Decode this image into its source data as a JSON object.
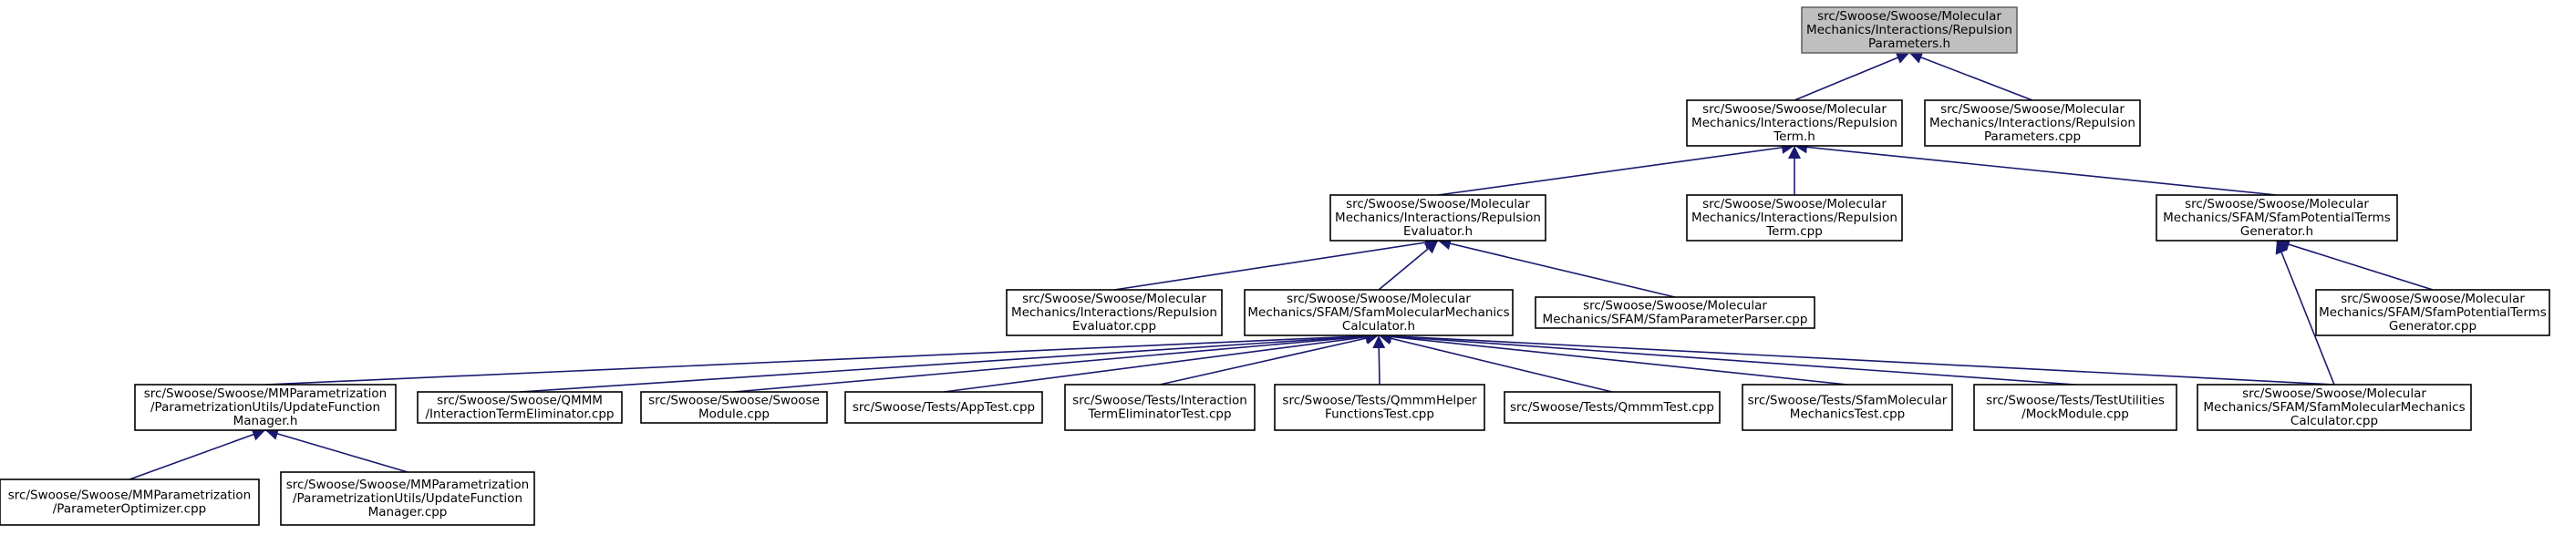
{
  "diagram": {
    "type": "include-dependency-graph",
    "edge_color": "#191970",
    "root_fill": "#bfbfbf",
    "nodes": [
      {
        "id": "n0",
        "lines": [
          "src/Swoose/Swoose/Molecular",
          "Mechanics/Interactions/Repulsion",
          "Parameters.h"
        ],
        "root": true
      },
      {
        "id": "n1",
        "lines": [
          "src/Swoose/Swoose/Molecular",
          "Mechanics/Interactions/Repulsion",
          "Term.h"
        ]
      },
      {
        "id": "n2",
        "lines": [
          "src/Swoose/Swoose/Molecular",
          "Mechanics/Interactions/Repulsion",
          "Parameters.cpp"
        ]
      },
      {
        "id": "n3",
        "lines": [
          "src/Swoose/Swoose/Molecular",
          "Mechanics/Interactions/Repulsion",
          "Evaluator.h"
        ]
      },
      {
        "id": "n4",
        "lines": [
          "src/Swoose/Swoose/Molecular",
          "Mechanics/Interactions/Repulsion",
          "Term.cpp"
        ]
      },
      {
        "id": "n5",
        "lines": [
          "src/Swoose/Swoose/Molecular",
          "Mechanics/SFAM/SfamPotentialTerms",
          "Generator.h"
        ]
      },
      {
        "id": "n6",
        "lines": [
          "src/Swoose/Swoose/Molecular",
          "Mechanics/Interactions/Repulsion",
          "Evaluator.cpp"
        ]
      },
      {
        "id": "n7",
        "lines": [
          "src/Swoose/Swoose/Molecular",
          "Mechanics/SFAM/SfamMolecularMechanics",
          "Calculator.h"
        ]
      },
      {
        "id": "n8",
        "lines": [
          "src/Swoose/Swoose/Molecular",
          "Mechanics/SFAM/SfamParameterParser.cpp"
        ]
      },
      {
        "id": "n9",
        "lines": [
          "src/Swoose/Swoose/Molecular",
          "Mechanics/SFAM/SfamPotentialTerms",
          "Generator.cpp"
        ]
      },
      {
        "id": "n10",
        "lines": [
          "src/Swoose/Swoose/MMParametrization",
          "/ParametrizationUtils/UpdateFunction",
          "Manager.h"
        ]
      },
      {
        "id": "n11",
        "lines": [
          "src/Swoose/Swoose/QMMM",
          "/InteractionTermEliminator.cpp"
        ]
      },
      {
        "id": "n12",
        "lines": [
          "src/Swoose/Swoose/Swoose",
          "Module.cpp"
        ]
      },
      {
        "id": "n13",
        "lines": [
          "src/Swoose/Tests/AppTest.cpp"
        ]
      },
      {
        "id": "n14",
        "lines": [
          "src/Swoose/Tests/Interaction",
          "TermEliminatorTest.cpp"
        ]
      },
      {
        "id": "n15",
        "lines": [
          "src/Swoose/Tests/QmmmHelper",
          "FunctionsTest.cpp"
        ]
      },
      {
        "id": "n16",
        "lines": [
          "src/Swoose/Tests/QmmmTest.cpp"
        ]
      },
      {
        "id": "n17",
        "lines": [
          "src/Swoose/Tests/SfamMolecular",
          "MechanicsTest.cpp"
        ]
      },
      {
        "id": "n18",
        "lines": [
          "src/Swoose/Tests/TestUtilities",
          "/MockModule.cpp"
        ]
      },
      {
        "id": "n19",
        "lines": [
          "src/Swoose/Swoose/Molecular",
          "Mechanics/SFAM/SfamMolecularMechanics",
          "Calculator.cpp"
        ]
      },
      {
        "id": "n20",
        "lines": [
          "src/Swoose/Swoose/MMParametrization",
          "/ParameterOptimizer.cpp"
        ]
      },
      {
        "id": "n21",
        "lines": [
          "src/Swoose/Swoose/MMParametrization",
          "/ParametrizationUtils/UpdateFunction",
          "Manager.cpp"
        ]
      }
    ],
    "edges": [
      {
        "from": "n1",
        "to": "n0"
      },
      {
        "from": "n2",
        "to": "n0"
      },
      {
        "from": "n3",
        "to": "n1"
      },
      {
        "from": "n4",
        "to": "n1"
      },
      {
        "from": "n5",
        "to": "n1"
      },
      {
        "from": "n6",
        "to": "n3"
      },
      {
        "from": "n7",
        "to": "n3"
      },
      {
        "from": "n8",
        "to": "n3"
      },
      {
        "from": "n9",
        "to": "n5"
      },
      {
        "from": "n19",
        "to": "n5"
      },
      {
        "from": "n10",
        "to": "n7"
      },
      {
        "from": "n11",
        "to": "n7"
      },
      {
        "from": "n12",
        "to": "n7"
      },
      {
        "from": "n13",
        "to": "n7"
      },
      {
        "from": "n14",
        "to": "n7"
      },
      {
        "from": "n15",
        "to": "n7"
      },
      {
        "from": "n16",
        "to": "n7"
      },
      {
        "from": "n17",
        "to": "n7"
      },
      {
        "from": "n18",
        "to": "n7"
      },
      {
        "from": "n19",
        "to": "n7"
      },
      {
        "from": "n20",
        "to": "n10"
      },
      {
        "from": "n21",
        "to": "n10"
      }
    ]
  }
}
